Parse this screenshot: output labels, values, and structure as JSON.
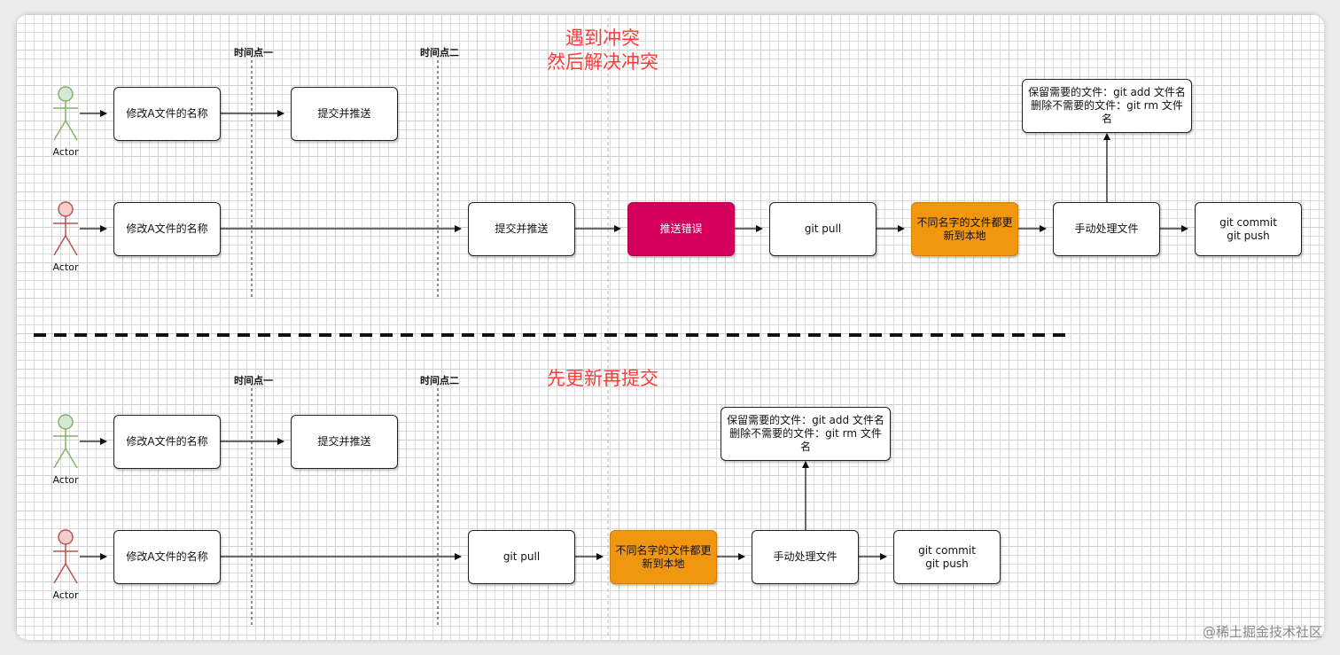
{
  "section1": {
    "title": "遇到冲突\n然后解决冲突",
    "timepoint_1": "时间点一",
    "timepoint_2": "时间点二",
    "actor_1": {
      "label": "Actor",
      "color": "#82b366"
    },
    "actor_2": {
      "label": "Actor",
      "color": "#b85450"
    },
    "row1": [
      "修改A文件的名称",
      "提交并推送"
    ],
    "row2": [
      "修改A文件的名称",
      "提交并推送",
      "推送错误",
      "git pull",
      "不同名字的文件都更\n新到本地",
      "手动处理文件",
      "git commit\ngit push"
    ],
    "note": "保留需要的文件：git add 文件名\n删除不需要的文件：git rm 文件名"
  },
  "section2": {
    "title": "先更新再提交",
    "timepoint_1": "时间点一",
    "timepoint_2": "时间点二",
    "actor_1": {
      "label": "Actor",
      "color": "#82b366"
    },
    "actor_2": {
      "label": "Actor",
      "color": "#b85450"
    },
    "row1": [
      "修改A文件的名称",
      "提交并推送"
    ],
    "row2": [
      "修改A文件的名称",
      "git pull",
      "不同名字的文件都更\n新到本地",
      "手动处理文件",
      "git commit\ngit push"
    ],
    "note": "保留需要的文件：git add 文件名\n删除不需要的文件：git rm 文件名"
  },
  "colors": {
    "error": "#d4005c",
    "orange": "#f0960f",
    "title": "#ff3b3b"
  },
  "watermark": "@稀土掘金技术社区"
}
